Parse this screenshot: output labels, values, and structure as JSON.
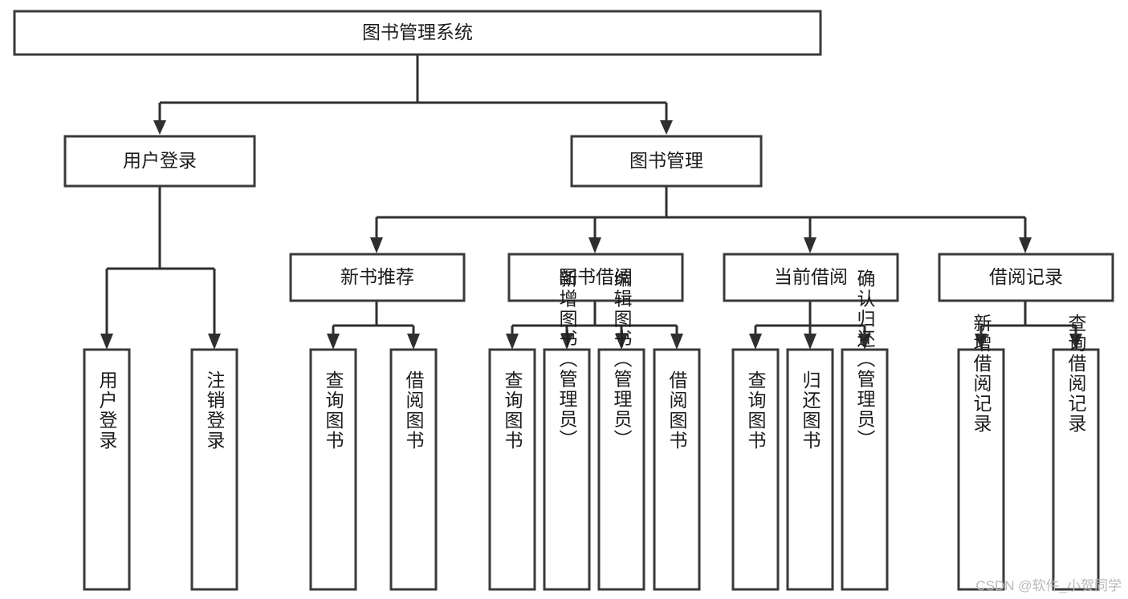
{
  "diagram": {
    "type": "tree-hierarchy-flowchart",
    "title": "图书管理系统",
    "orientation": "top-down",
    "colors": {
      "box_fill": "#ffffff",
      "box_stroke": "#3a3a3a",
      "connector": "#2f2f2f",
      "text": "#1c1c1c",
      "background": "#ffffff",
      "watermark": "#b9b9b9"
    },
    "root": {
      "id": "root",
      "label": "图书管理系统",
      "orientation": "horizontal"
    },
    "level2": [
      {
        "id": "user-login",
        "label": "用户登录",
        "orientation": "horizontal"
      },
      {
        "id": "book-manage",
        "label": "图书管理",
        "orientation": "horizontal"
      }
    ],
    "level3": [
      {
        "id": "new-book-recommend",
        "label": "新书推荐",
        "orientation": "horizontal",
        "parent": "book-manage"
      },
      {
        "id": "book-borrow",
        "label": "图书借阅",
        "orientation": "horizontal",
        "parent": "book-manage"
      },
      {
        "id": "current-borrow",
        "label": "当前借阅",
        "orientation": "horizontal",
        "parent": "book-manage"
      },
      {
        "id": "borrow-record",
        "label": "借阅记录",
        "orientation": "horizontal",
        "parent": "book-manage"
      }
    ],
    "leaves": [
      {
        "id": "leaf-user-login",
        "label": "用户登录",
        "parent": "user-login",
        "orientation": "vertical"
      },
      {
        "id": "leaf-user-logout",
        "label": "注销登录",
        "parent": "user-login",
        "orientation": "vertical"
      },
      {
        "id": "leaf-query-book-1",
        "label": "查询图书",
        "parent": "new-book-recommend",
        "orientation": "vertical"
      },
      {
        "id": "leaf-borrow-book-1",
        "label": "借阅图书",
        "parent": "new-book-recommend",
        "orientation": "vertical"
      },
      {
        "id": "leaf-query-book-2",
        "label": "查询图书",
        "parent": "book-borrow",
        "orientation": "vertical"
      },
      {
        "id": "leaf-add-book",
        "label": "新增图书（管理员）",
        "parent": "book-borrow",
        "orientation": "vertical"
      },
      {
        "id": "leaf-edit-book",
        "label": "编辑图书（管理员）",
        "parent": "book-borrow",
        "orientation": "vertical"
      },
      {
        "id": "leaf-borrow-book-2",
        "label": "借阅图书",
        "parent": "book-borrow",
        "orientation": "vertical"
      },
      {
        "id": "leaf-query-book-3",
        "label": "查询图书",
        "parent": "current-borrow",
        "orientation": "vertical"
      },
      {
        "id": "leaf-return-book",
        "label": "归还图书",
        "parent": "current-borrow",
        "orientation": "vertical"
      },
      {
        "id": "leaf-confirm-return",
        "label": "确认归还（管理员）",
        "parent": "current-borrow",
        "orientation": "vertical"
      },
      {
        "id": "leaf-add-record",
        "label": "新增借阅记录",
        "parent": "borrow-record",
        "orientation": "vertical"
      },
      {
        "id": "leaf-query-record",
        "label": "查询借阅记录",
        "parent": "borrow-record",
        "orientation": "vertical"
      }
    ]
  },
  "watermark": {
    "text": "CSDN @软件_小贺同学"
  }
}
